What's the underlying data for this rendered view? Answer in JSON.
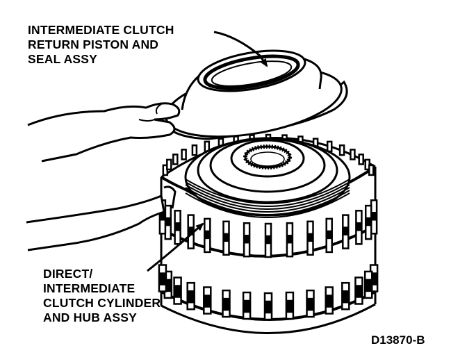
{
  "labels": {
    "top": [
      "INTERMEDIATE CLUTCH",
      "RETURN PISTON AND",
      "SEAL ASSY"
    ],
    "bottom": [
      "DIRECT/",
      "INTERMEDIATE",
      "CLUTCH CYLINDER",
      "AND HUB ASSY"
    ]
  },
  "figure_id": "D13870-B"
}
